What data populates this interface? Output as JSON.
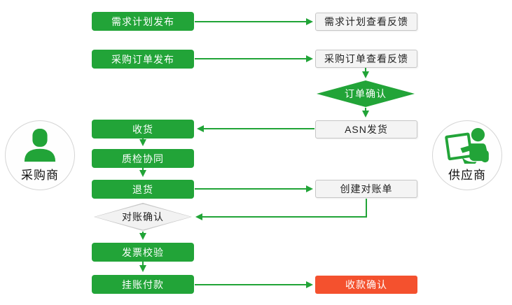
{
  "diagram": {
    "actors": {
      "buyer": {
        "label": "采购商",
        "icon": "person-icon"
      },
      "supplier": {
        "label": "供应商",
        "icon": "person-at-computer-icon"
      }
    },
    "nodes": {
      "demand_plan_publish": {
        "label": "需求计划发布",
        "type": "process",
        "actor": "buyer"
      },
      "po_publish": {
        "label": "采购订单发布",
        "type": "process",
        "actor": "buyer"
      },
      "receive_goods": {
        "label": "收货",
        "type": "process",
        "actor": "buyer"
      },
      "quality_collab": {
        "label": "质检协同",
        "type": "process",
        "actor": "buyer"
      },
      "return_goods": {
        "label": "退货",
        "type": "process",
        "actor": "buyer"
      },
      "reconcile_confirm": {
        "label": "对账确认",
        "type": "decision",
        "actor": "buyer"
      },
      "invoice_check": {
        "label": "发票校验",
        "type": "process",
        "actor": "buyer"
      },
      "payment_on_account": {
        "label": "挂账付款",
        "type": "process",
        "actor": "buyer"
      },
      "demand_plan_feedback": {
        "label": "需求计划查看反馈",
        "type": "feedback",
        "actor": "supplier"
      },
      "po_feedback": {
        "label": "采购订单查看反馈",
        "type": "feedback",
        "actor": "supplier"
      },
      "order_confirm": {
        "label": "订单确认",
        "type": "decision",
        "actor": "supplier"
      },
      "asn_ship": {
        "label": "ASN发货",
        "type": "feedback",
        "actor": "supplier"
      },
      "create_statement": {
        "label": "创建对账单",
        "type": "feedback",
        "actor": "supplier"
      },
      "receipt_confirm": {
        "label": "收款确认",
        "type": "final",
        "actor": "supplier"
      }
    },
    "edges": [
      {
        "from": "demand_plan_publish",
        "to": "demand_plan_feedback"
      },
      {
        "from": "po_publish",
        "to": "po_feedback"
      },
      {
        "from": "po_feedback",
        "to": "order_confirm"
      },
      {
        "from": "order_confirm",
        "to": "asn_ship"
      },
      {
        "from": "asn_ship",
        "to": "receive_goods"
      },
      {
        "from": "receive_goods",
        "to": "quality_collab"
      },
      {
        "from": "quality_collab",
        "to": "return_goods"
      },
      {
        "from": "return_goods",
        "to": "create_statement"
      },
      {
        "from": "create_statement",
        "to": "reconcile_confirm"
      },
      {
        "from": "reconcile_confirm",
        "to": "invoice_check"
      },
      {
        "from": "invoice_check",
        "to": "payment_on_account"
      },
      {
        "from": "payment_on_account",
        "to": "receipt_confirm"
      }
    ],
    "colors": {
      "process_green": "#22a438",
      "arrow_green": "#21a437",
      "final_red": "#f4512e",
      "feedback_bg": "#f4f4f4",
      "feedback_border": "#c6c6c6",
      "decision_gray_bg": "#f2f2f2",
      "decision_gray_border": "#c9c9c9"
    }
  }
}
